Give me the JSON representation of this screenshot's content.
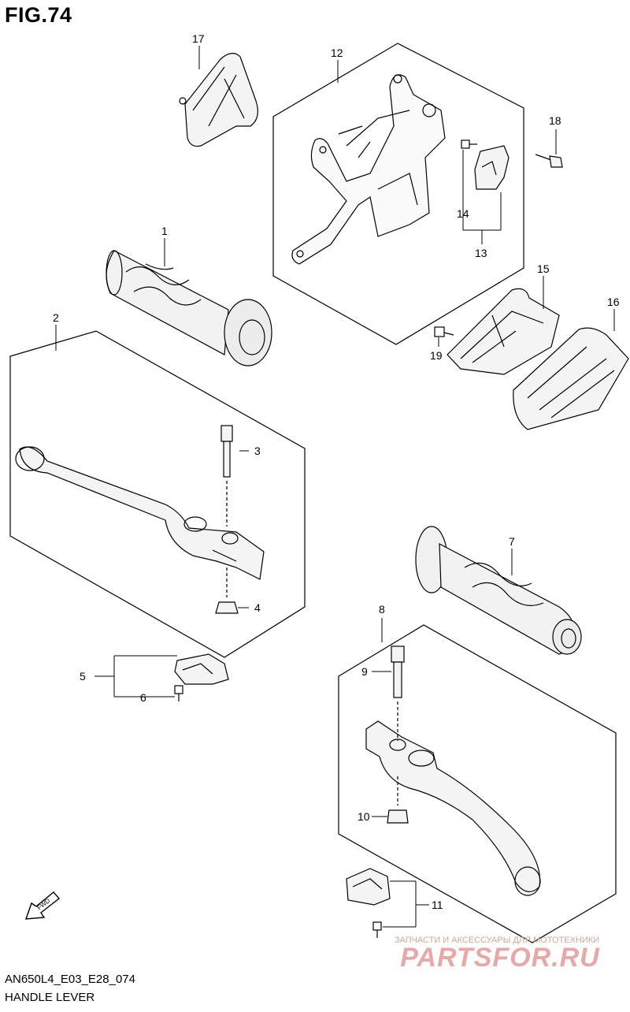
{
  "figure_title": "FIG.74",
  "model_code": "AN650L4_E03_E28_074",
  "caption": "HANDLE LEVER",
  "fwd_label": "FWD",
  "watermark": {
    "tagline": "ЗАПЧАСТИ И АКСЕССУАРЫ ДЛЯ МОТОТЕХНИКИ",
    "logo": "PARTSFOR.RU"
  },
  "callouts": {
    "c1": "1",
    "c2": "2",
    "c3": "3",
    "c4": "4",
    "c5": "5",
    "c6": "6",
    "c7": "7",
    "c8": "8",
    "c9": "9",
    "c10": "10",
    "c11": "11",
    "c12": "12",
    "c13": "13",
    "c14": "14",
    "c15": "15",
    "c16": "16",
    "c17": "17",
    "c18": "18",
    "c19": "19"
  }
}
